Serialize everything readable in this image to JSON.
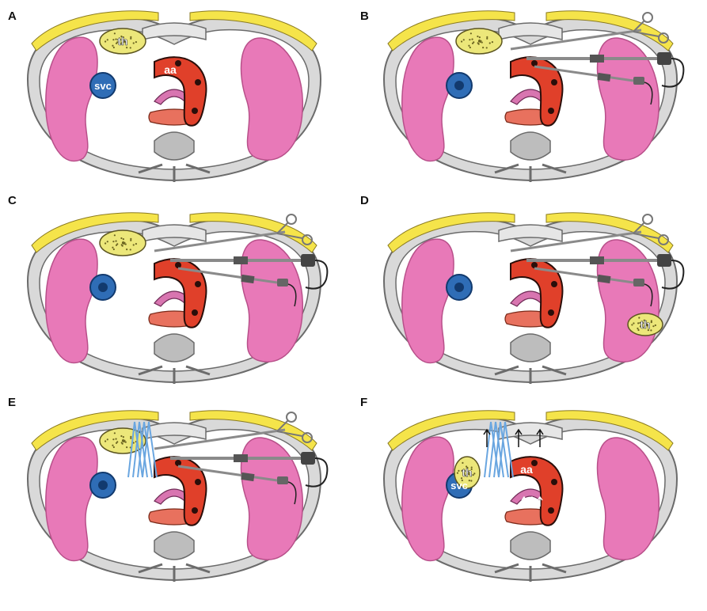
{
  "panels": [
    {
      "letter": "A",
      "show_thymus_label": true,
      "show_svc_label": true,
      "show_aa_label": true,
      "instruments": false,
      "thymus_removed": false,
      "bars": false,
      "arrows": false
    },
    {
      "letter": "B",
      "show_thymus_label": false,
      "show_svc_label": false,
      "show_aa_label": false,
      "instruments": true,
      "thymus_removed": false,
      "bars": false,
      "arrows": false
    },
    {
      "letter": "C",
      "show_thymus_label": false,
      "show_svc_label": false,
      "show_aa_label": false,
      "instruments": true,
      "thymus_removed": false,
      "bars": false,
      "arrows": false
    },
    {
      "letter": "D",
      "show_thymus_label": false,
      "show_svc_label": false,
      "show_aa_label": false,
      "instruments": true,
      "thymus_removed": true,
      "bars": false,
      "arrows": false
    },
    {
      "letter": "E",
      "show_thymus_label": false,
      "show_svc_label": false,
      "show_aa_label": false,
      "instruments": true,
      "thymus_removed": false,
      "bars": true,
      "arrows": false
    },
    {
      "letter": "F",
      "show_thymus_label": true,
      "show_svc_label": true,
      "show_aa_label": true,
      "instruments": false,
      "thymus_removed": false,
      "bars": true,
      "arrows": true
    }
  ],
  "labels": {
    "thymus": "th",
    "svc": "svc",
    "aa": "aa"
  },
  "colors": {
    "lung": "#e879b8",
    "lung_stroke": "#b8508a",
    "chest_wall": "#d9d9d9",
    "chest_stroke": "#6b6b6b",
    "fat_layer": "#f5e44a",
    "thymus": "#ece77a",
    "aorta": "#e0402a",
    "aorta_dark": "#2a0e0a",
    "svc": "#2f6db6",
    "svc_dark": "#123a6e",
    "trachea": "#d875b0",
    "esophagus": "#e8715e",
    "spine": "#bdbdbd",
    "bars": "#6aa6e0",
    "instrument": "#8a8a8a"
  }
}
